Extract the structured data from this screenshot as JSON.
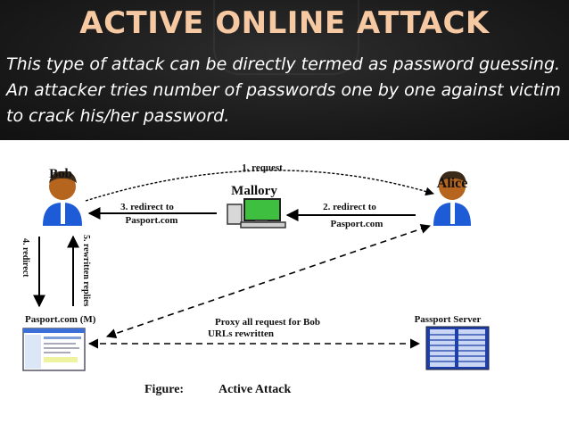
{
  "slide": {
    "title": "ACTIVE ONLINE ATTACK",
    "description": "This type of attack can be directly termed as password guessing. An attacker tries number of passwords one by one against victim to crack his/her password."
  },
  "diagram": {
    "nodes": {
      "bob": "Bob",
      "alice": "Alice",
      "mallory": "Mallory",
      "pasport": "Pasport.com (M)",
      "passport_server": "Passport Server"
    },
    "edges": {
      "e1": "1. request",
      "e2_line1": "2. redirect to",
      "e2_line2": "Pasport.com",
      "e3_line1": "3. redirect to",
      "e3_line2": "Pasport.com",
      "e4": "4. redirect",
      "e5": "5. rewritten replies",
      "proxy_line1": "Proxy all request for Bob",
      "proxy_line2": "URLs rewritten"
    },
    "caption_label": "Figure:",
    "caption_text": "Active Attack"
  },
  "colors": {
    "title": "#f7c9a2",
    "header_bg": "#1b1b1b",
    "mallory_screen": "#3fbf3f",
    "person_shirt": "#1e5bd6",
    "person_skin": "#b5651d"
  }
}
